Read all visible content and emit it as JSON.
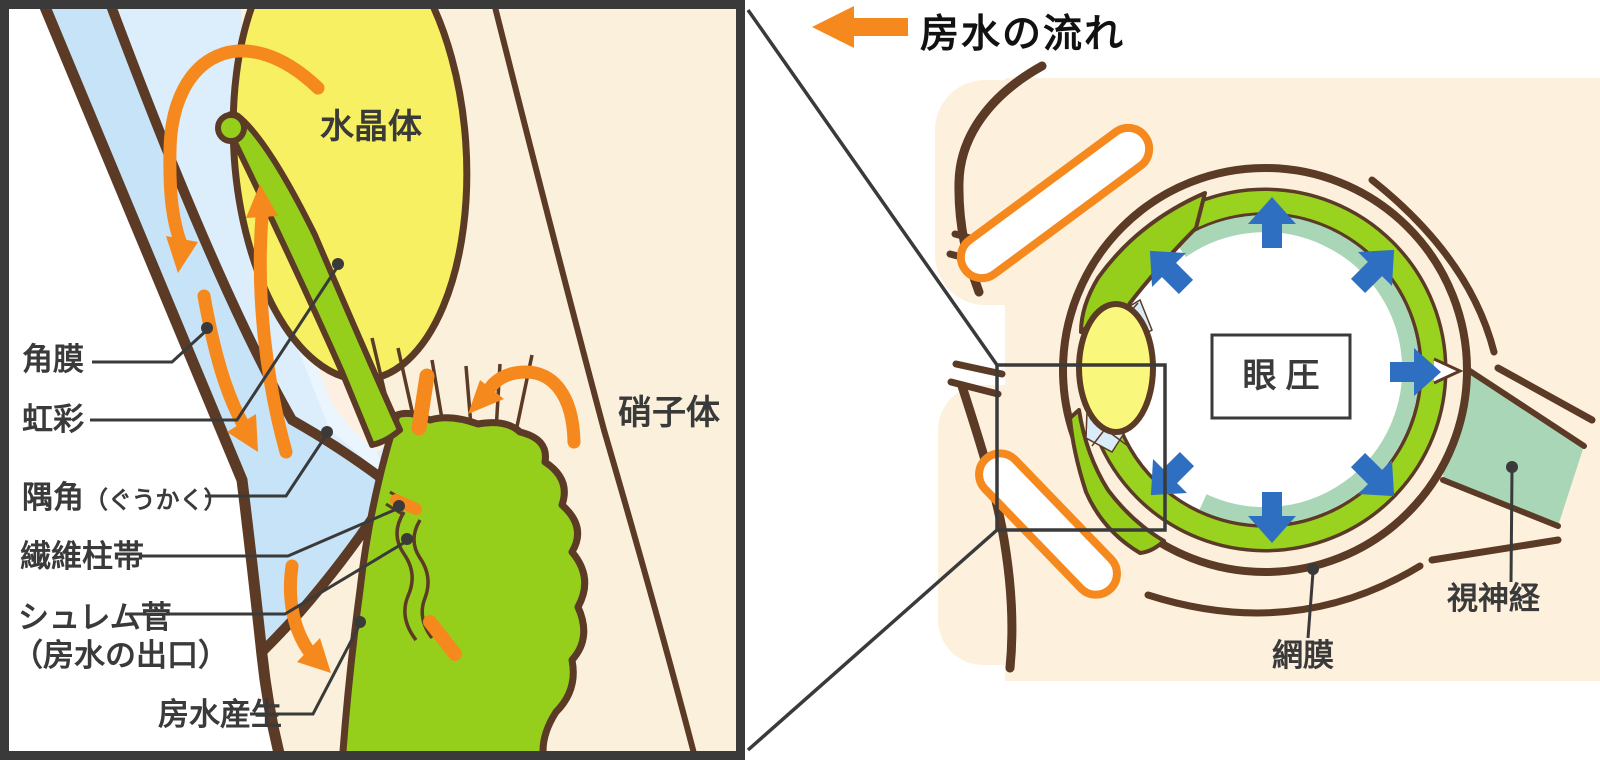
{
  "header": {
    "flow_legend": "房水の流れ",
    "flow_arrow_icon": "left-arrow"
  },
  "left_panel": {
    "description": "magnified cross-section of anterior chamber angle",
    "labels": {
      "cornea": "角膜",
      "iris": "虹彩",
      "angle": "隅角",
      "angle_kana": "（ぐうかく）",
      "trabecular_meshwork": "繊維柱帯",
      "schlemm_canal": "シュレム菅",
      "schlemm_canal_note": "（房水の出口）",
      "aqueous_production": "房水産生",
      "lens": "水晶体",
      "vitreous": "硝子体"
    }
  },
  "right_panel": {
    "description": "whole eye with outward pressure arrows",
    "labels": {
      "intraocular_pressure": "眼圧",
      "retina": "網膜",
      "optic_nerve": "視神経"
    },
    "pressure_arrow_count": 7
  },
  "colors": {
    "ink": "#3a3a3a",
    "header_text": "#111111",
    "brown": "#5b3a26",
    "orange": "#f6891d",
    "green": "#95cf1b",
    "ring_green": "#9ad31f",
    "teal": "#a9d6b6",
    "lens_yellow": "#f6f062",
    "lens_yellow_right": "#f9f87d",
    "cornea_blue": "#c7e3f7",
    "chamber_blue": "#dceefb",
    "pale_blue": "#eaf5fd",
    "zonule_blue": "#d9ecf8",
    "cream": "#fbf0dc",
    "cream_right": "#fdf1de",
    "posterior_chamber": "#fdf0e2",
    "arrow_blue": "#2e6fc1"
  }
}
